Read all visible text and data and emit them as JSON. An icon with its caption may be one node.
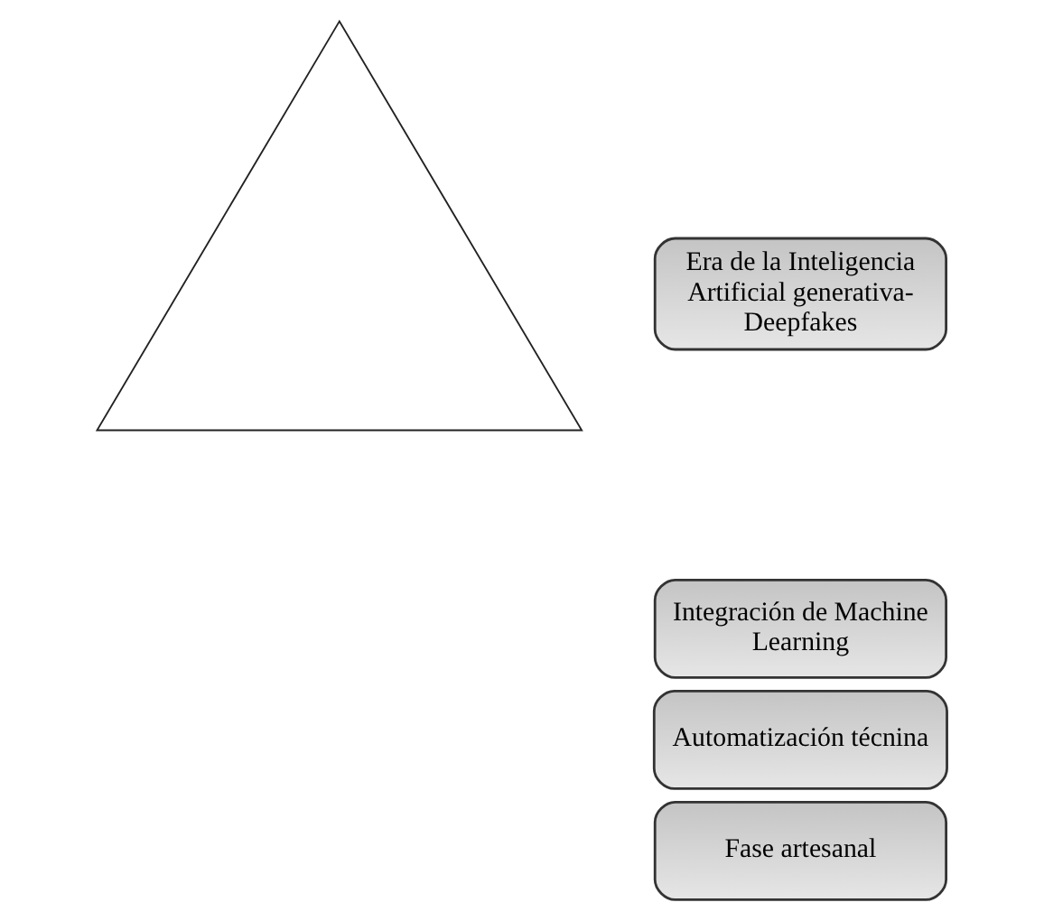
{
  "diagram": {
    "nodes": [
      {
        "text": [],
        "shape": "triangle"
      },
      {
        "text": [
          "Era de la Inteligencia Artificial generativa- Deepfakes"
        ]
      },
      {
        "text": [
          "Integración de Machine Learning"
        ]
      },
      {
        "text": [
          "Automatización técnina"
        ]
      },
      {
        "text": [
          "Fase artesanal"
        ]
      }
    ]
  }
}
